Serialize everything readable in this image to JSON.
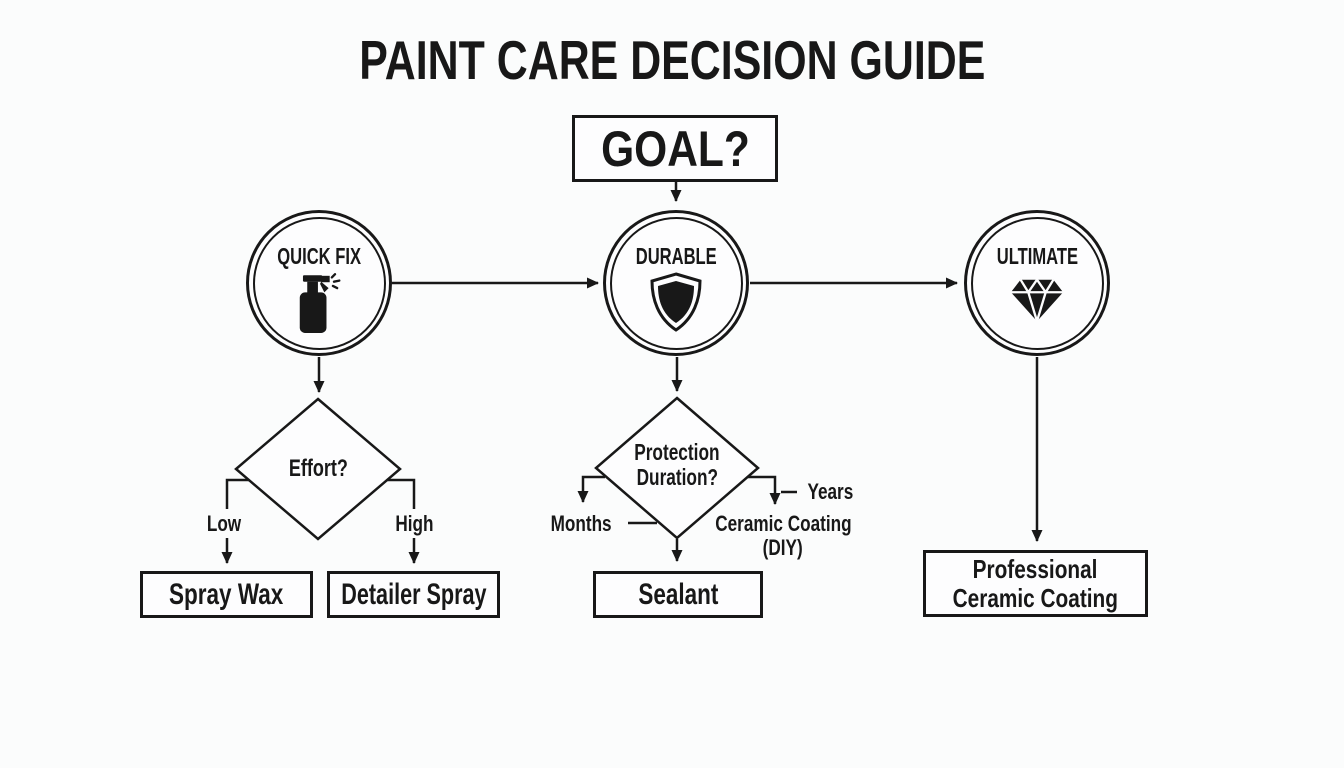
{
  "title": "PAINT CARE DECISION GUIDE",
  "goal": {
    "label": "GOAL?"
  },
  "nodes": {
    "quick_fix": {
      "label": "QUICK FIX",
      "icon": "spray-bottle-icon"
    },
    "durable": {
      "label": "DURABLE",
      "icon": "shield-icon"
    },
    "ultimate": {
      "label": "ULTIMATE",
      "icon": "diamond-gem-icon"
    }
  },
  "decisions": {
    "effort": {
      "question": "Effort?",
      "branch_low": "Low",
      "branch_high": "High"
    },
    "duration": {
      "question_line1": "Protection",
      "question_line2": "Duration?",
      "branch_months": "Months",
      "branch_years": "Years",
      "years_result_line1": "Ceramic Coating",
      "years_result_line2": "(DIY)"
    }
  },
  "results": {
    "spray_wax": "Spray Wax",
    "detailer_spray": "Detailer Spray",
    "sealant": "Sealant",
    "professional_line1": "Professional",
    "professional_line2": "Ceramic Coating"
  },
  "colors": {
    "ink": "#181818",
    "background": "#fbfcfc",
    "shape_fill": "#fdfdfe"
  }
}
